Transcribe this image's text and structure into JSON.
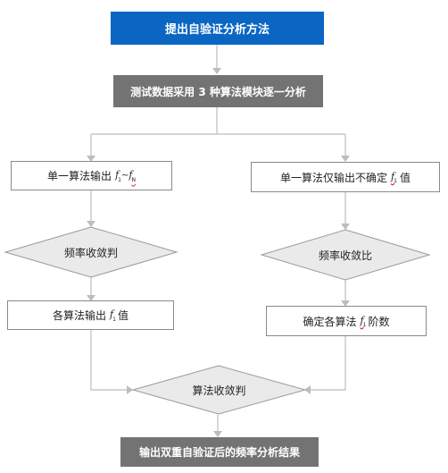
{
  "nodes": {
    "start": "提出自验证分析方法",
    "test": "测试数据采用 3 种算法模块逐一分析",
    "left_box_1": "单一算法输出",
    "left_diamond": "频率收敛判",
    "left_box_2": "各算法输出",
    "right_box_1": "单一算法仅输出不确定",
    "right_diamond": "频率收敛比",
    "right_box_2": "确定各算法",
    "merge_diamond": "算法收敛判",
    "end": "输出双重自验证后的频率分析结果"
  },
  "symbols": {
    "f": "f",
    "sub1": "1",
    "subN": "N",
    "tilde": "~",
    "zhi": "值",
    "jieshu": "阶数"
  },
  "colors": {
    "start_fill": "#0a66c2",
    "gray_fill": "#737373",
    "diamond_fill": "#eaeaea",
    "line": "#bdbdbd"
  }
}
